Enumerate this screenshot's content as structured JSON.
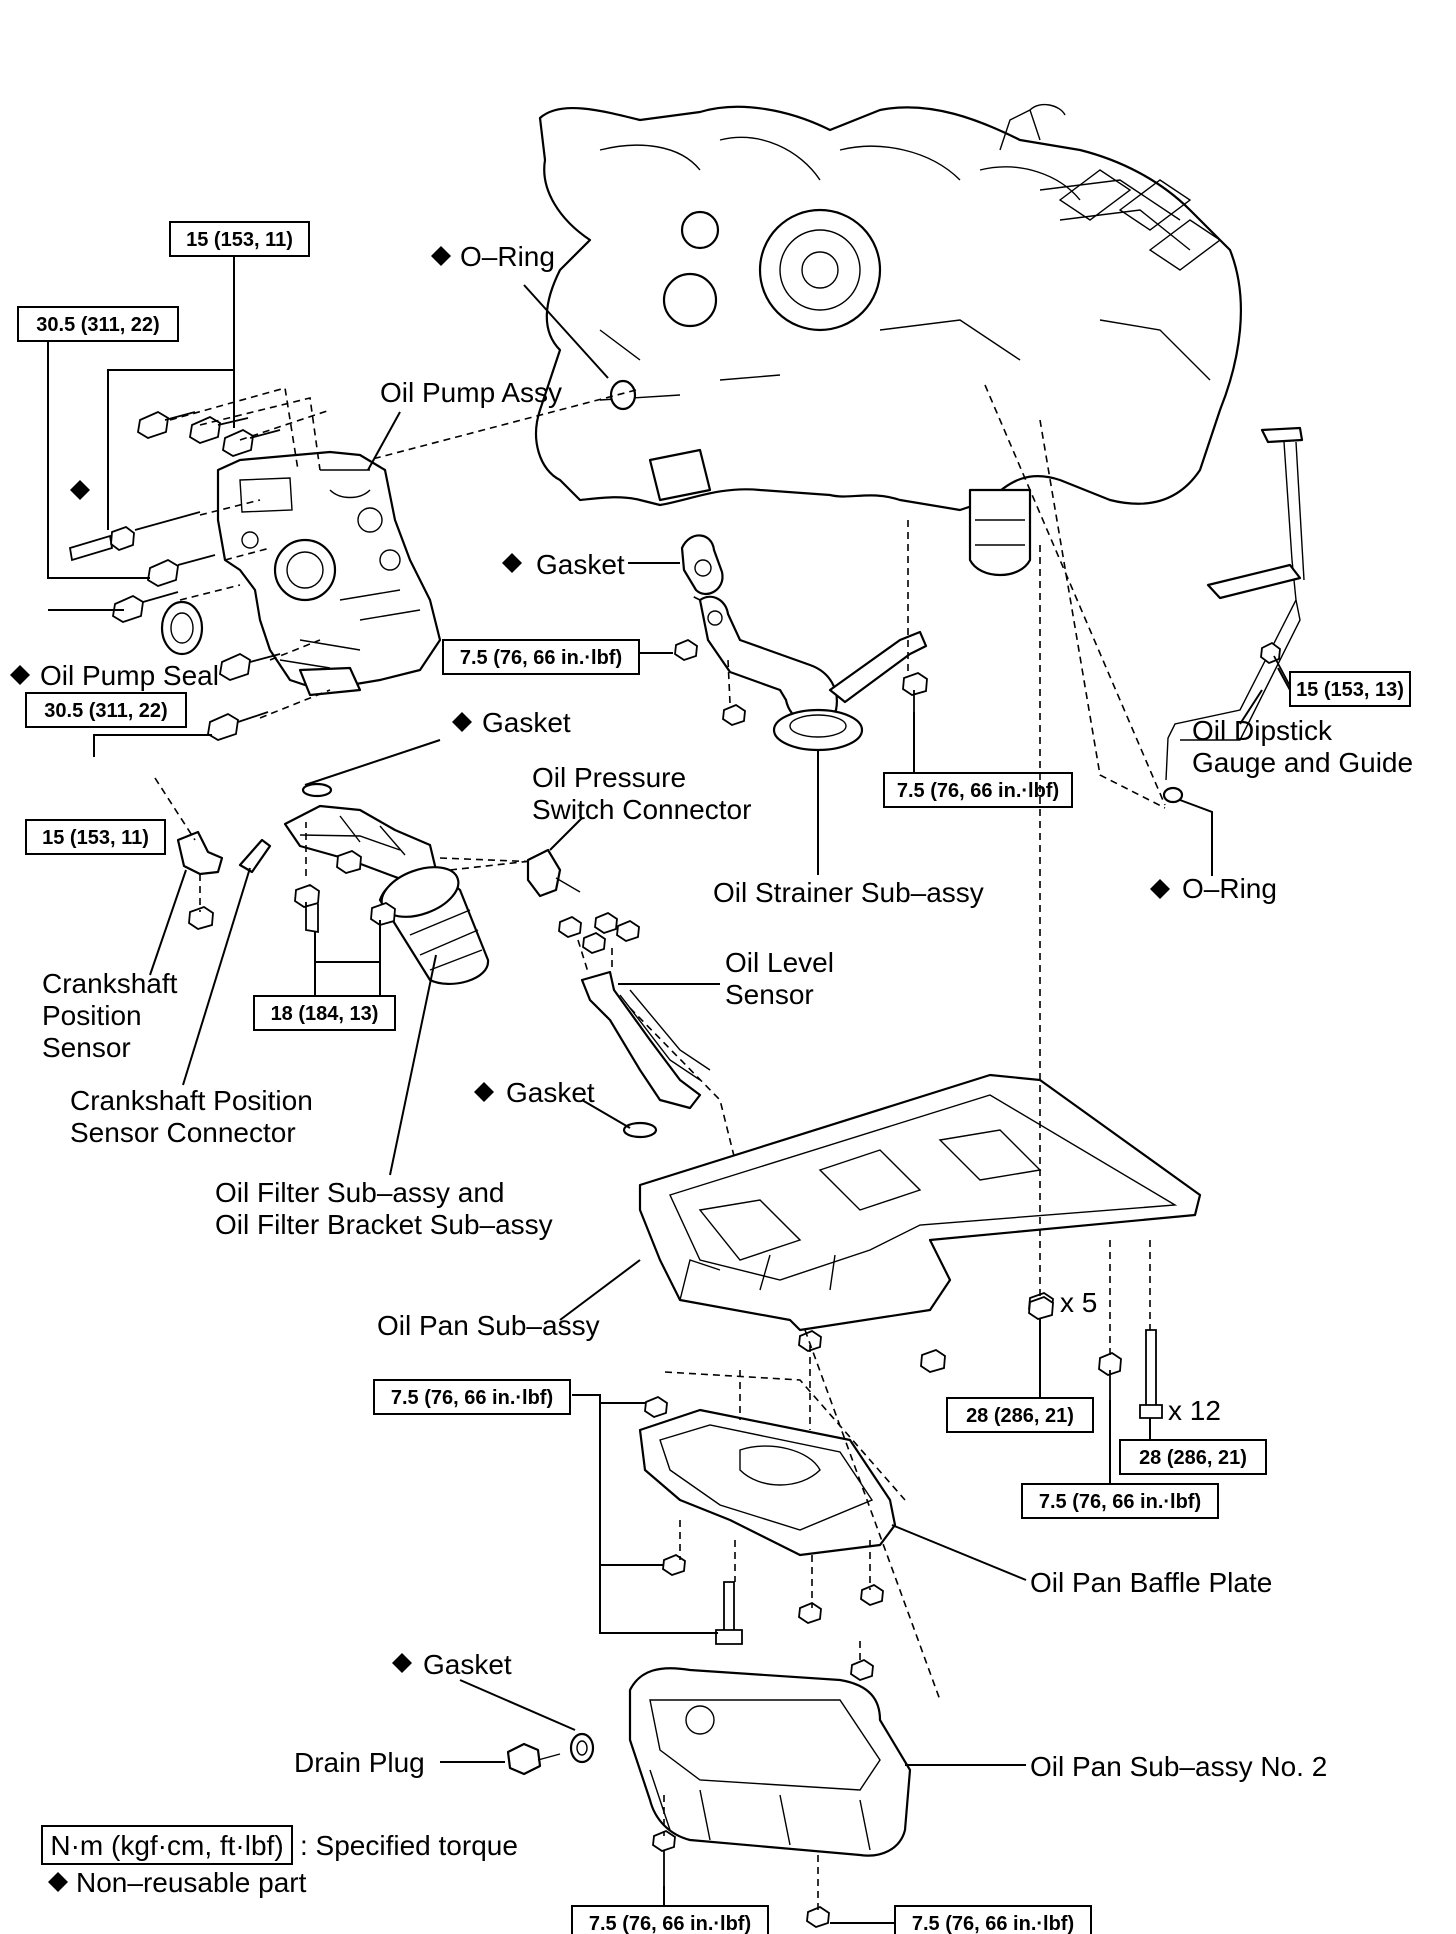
{
  "labels": {
    "o_ring_top": "O–Ring",
    "oil_pump_assy": "Oil Pump Assy",
    "gasket_strainer": "Gasket",
    "oil_pump_seal": "Oil Pump Seal",
    "gasket_filter": "Gasket",
    "oil_pressure_switch": [
      "Oil Pressure",
      "Switch Connector"
    ],
    "oil_strainer": "Oil Strainer Sub–assy",
    "o_ring_dipstick": "O–Ring",
    "oil_dipstick": [
      "Oil Dipstick",
      "Gauge and Guide"
    ],
    "crankshaft_sensor": [
      "Crankshaft",
      "Position",
      "Sensor"
    ],
    "oil_level_sensor": [
      "Oil Level",
      "Sensor"
    ],
    "crankshaft_connector": [
      "Crankshaft Position",
      "Sensor Connector"
    ],
    "gasket_level": "Gasket",
    "oil_filter": [
      "Oil Filter Sub–assy and",
      "Oil Filter Bracket Sub–assy"
    ],
    "oil_pan": "Oil Pan Sub–assy",
    "x5": "x 5",
    "x12": "x 12",
    "baffle_plate": "Oil Pan Baffle Plate",
    "gasket_drain": "Gasket",
    "drain_plug": "Drain Plug",
    "oil_pan_no2": "Oil Pan Sub–assy No. 2"
  },
  "torques": {
    "t1": "15 (153, 11)",
    "t2": "30.5 (311, 22)",
    "t3": "7.5 (76, 66 in.·lbf)",
    "t4": "15 (153, 13)",
    "t5": "30.5 (311, 22)",
    "t6": "7.5 (76, 66 in.·lbf)",
    "t7": "15 (153, 11)",
    "t8": "18 (184, 13)",
    "t9": "7.5 (76, 66 in.·lbf)",
    "t10": "28 (286, 21)",
    "t11": "28 (286, 21)",
    "t12": "7.5 (76, 66 in.·lbf)",
    "t13": "7.5 (76, 66 in.·lbf)",
    "t14": "7.5 (76, 66 in.·lbf)"
  },
  "legend": {
    "unit_box": "N·m (kgf·cm, ft·lbf)",
    "specified": ": Specified torque",
    "non_reusable": "Non–reusable part"
  }
}
